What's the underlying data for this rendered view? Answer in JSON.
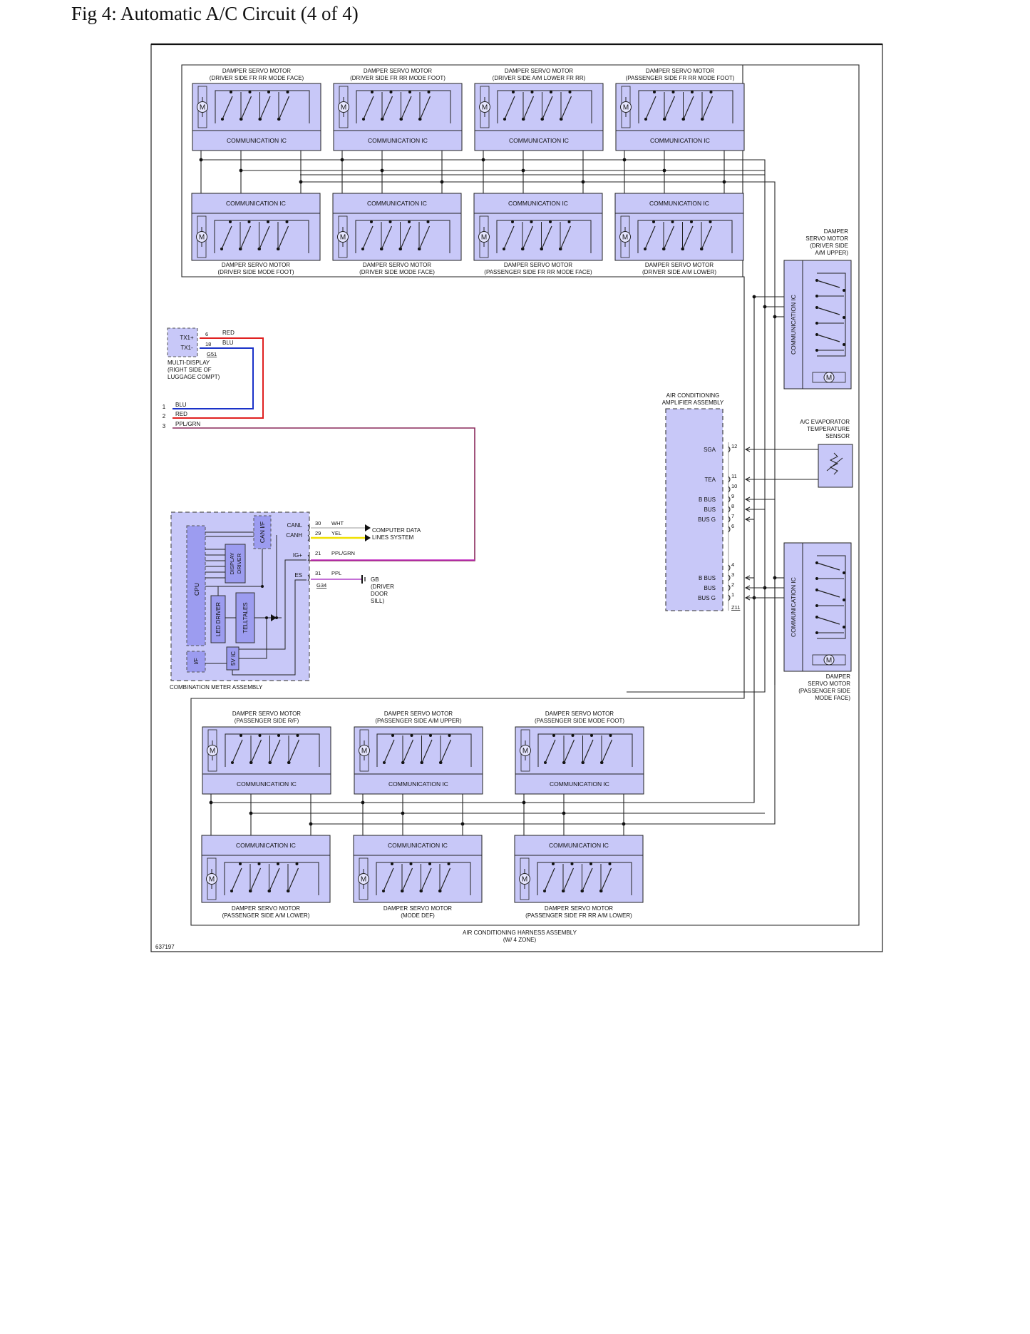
{
  "title": "Fig 4: Automatic A/C Circuit (4 of 4)",
  "figure_number": "637197",
  "harness_label": [
    "AIR CONDITIONING HARNESS ASSEMBLY",
    "(W/ 4 ZONE)"
  ],
  "colors": {
    "component_fill": "#c8c8f8",
    "component_dark": "#9c9cf0",
    "frame": "#222222",
    "wire_red": "#e02020",
    "wire_blue": "#1a32c8",
    "wire_ppl_grn": "#8a2a5c",
    "wire_ppl_grn_accent": "#c020c0",
    "wire_ppl": "#b040c8",
    "wire_yel": "#f0e000",
    "wire_wht": "#bbbbbb"
  },
  "comm_ic_label": "COMMUNICATION IC",
  "motor_symbol": "M",
  "top_motors_upper": [
    {
      "name": [
        "DAMPER SERVO MOTOR",
        "(DRIVER SIDE FR RR MODE FACE)"
      ]
    },
    {
      "name": [
        "DAMPER SERVO MOTOR",
        "(DRIVER SIDE FR RR MODE FOOT)"
      ]
    },
    {
      "name": [
        "DAMPER SERVO MOTOR",
        "(DRIVER SIDE A/M LOWER FR RR)"
      ]
    },
    {
      "name": [
        "DAMPER SERVO MOTOR",
        "(PASSENGER SIDE FR RR MODE FOOT)"
      ]
    }
  ],
  "top_motors_lower": [
    {
      "name": [
        "DAMPER SERVO MOTOR",
        "(DRIVER SIDE MODE FOOT)"
      ]
    },
    {
      "name": [
        "DAMPER SERVO MOTOR",
        "(DRIVER SIDE MODE FACE)"
      ]
    },
    {
      "name": [
        "DAMPER SERVO MOTOR",
        "(PASSENGER SIDE FR RR MODE FACE)"
      ]
    },
    {
      "name": [
        "DAMPER SERVO MOTOR",
        "(DRIVER SIDE A/M LOWER)"
      ]
    }
  ],
  "bottom_motors_upper": [
    {
      "name": [
        "DAMPER SERVO MOTOR",
        "(PASSENGER SIDE R/F)"
      ]
    },
    {
      "name": [
        "DAMPER SERVO MOTOR",
        "(PASSENGER SIDE A/M UPPER)"
      ]
    },
    {
      "name": [
        "DAMPER SERVO MOTOR",
        "(PASSENGER SIDE MODE FOOT)"
      ]
    }
  ],
  "bottom_motors_lower": [
    {
      "name": [
        "DAMPER SERVO MOTOR",
        "(PASSENGER SIDE A/M LOWER)"
      ]
    },
    {
      "name": [
        "DAMPER SERVO MOTOR",
        "(MODE DEF)"
      ]
    },
    {
      "name": [
        "DAMPER SERVO MOTOR",
        "(PASSENGER SIDE FR RR A/M LOWER)"
      ]
    }
  ],
  "right_motor_upper": {
    "name": [
      "DAMPER",
      "SERVO MOTOR",
      "(DRIVER SIDE",
      "A/M UPPER)"
    ]
  },
  "right_motor_lower": {
    "name": [
      "DAMPER",
      "SERVO MOTOR",
      "(PASSENGER SIDE",
      "MODE FACE)"
    ]
  },
  "multi_display": {
    "pins": [
      {
        "name": "TX1+",
        "pin": "6",
        "wire": "RED"
      },
      {
        "name": "TX1-",
        "pin": "18",
        "wire": "BLU"
      }
    ],
    "ground": "G51",
    "label": [
      "MULTI-DISPLAY",
      "(RIGHT SIDE OF",
      "LUGGAGE COMPT)"
    ]
  },
  "left_wires": [
    {
      "num": "1",
      "color": "BLU"
    },
    {
      "num": "2",
      "color": "RED"
    },
    {
      "num": "3",
      "color": "PPL/GRN"
    }
  ],
  "amplifier": {
    "label": [
      "AIR CONDITIONING",
      "AMPLIFIER ASSEMBLY"
    ],
    "terminals_upper": [
      {
        "name": "SGA",
        "pin": "12"
      },
      {
        "name": "TEA",
        "pin": "11"
      },
      {
        "name": "",
        "pin": "10"
      },
      {
        "name": "B BUS",
        "pin": "9"
      },
      {
        "name": "BUS",
        "pin": "8"
      },
      {
        "name": "BUS G",
        "pin": "7"
      },
      {
        "name": "",
        "pin": "6"
      }
    ],
    "terminals_lower": [
      {
        "name": "",
        "pin": "4"
      },
      {
        "name": "B BUS",
        "pin": "3"
      },
      {
        "name": "BUS",
        "pin": "2"
      },
      {
        "name": "BUS G",
        "pin": "1"
      }
    ],
    "connector": "Z11"
  },
  "evap_sensor": {
    "label": [
      "A/C EVAPORATOR",
      "TEMPERATURE",
      "SENSOR"
    ]
  },
  "combination_meter": {
    "label": "COMBINATION METER ASSEMBLY",
    "blocks": {
      "cpu": "CPU",
      "can_if": "CAN I/F",
      "display_driver": "DISPLAY DRIVER",
      "led_driver": "LED DRIVER",
      "telltales": "TELLTALES",
      "if": "I/F",
      "ic5v": "5V IC"
    },
    "terminals": [
      {
        "name": "CANL",
        "pin": "30",
        "wire": "WHT"
      },
      {
        "name": "CANH",
        "pin": "29",
        "wire": "YEL"
      },
      {
        "name": "IG+",
        "pin": "21",
        "wire": "PPL/GRN"
      },
      {
        "name": "ES",
        "pin": "31",
        "wire": "PPL"
      }
    ],
    "ground": "G34",
    "ground_label": [
      "GB",
      "(DRIVER",
      "DOOR",
      "SILL)"
    ],
    "data_lines": [
      "COMPUTER DATA",
      "LINES SYSTEM"
    ]
  }
}
